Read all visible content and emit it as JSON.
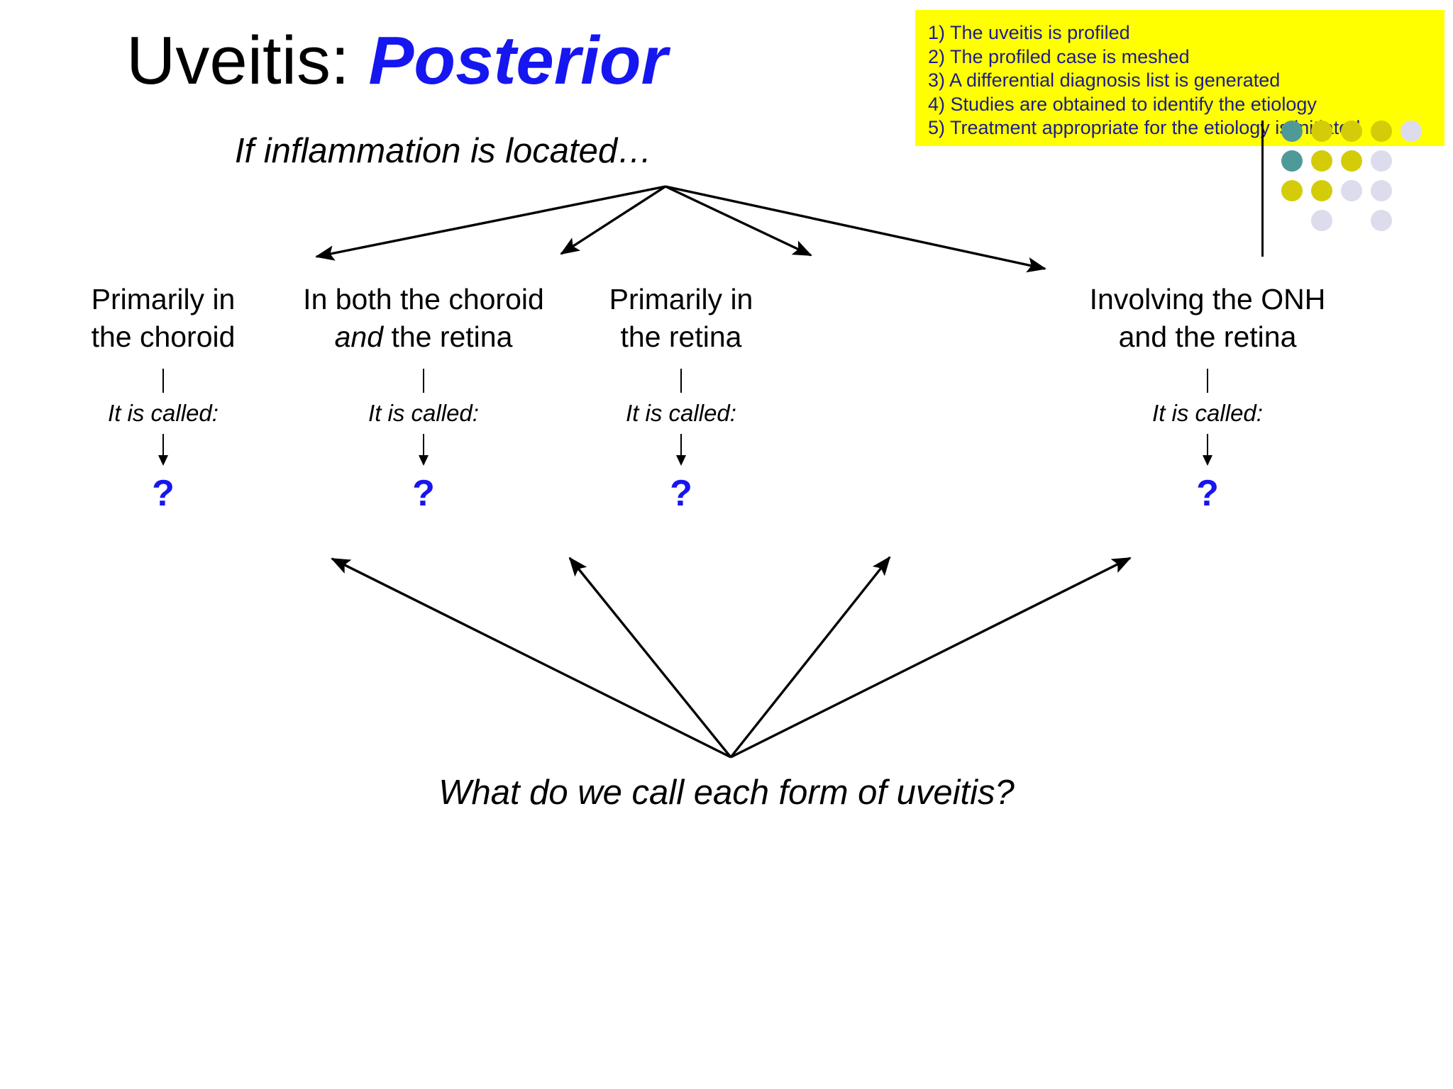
{
  "slide": {
    "title_main": "Uveitis: ",
    "title_accent": "Posterior",
    "subtitle": "If inflammation is located…",
    "bottom_question": "What do we call each form of uveitis?",
    "accent_color": "#1616f0",
    "highlight_color": "#ffff00",
    "protocol_text_color": "#1c1c8c"
  },
  "protocol": {
    "items": [
      "1) The uveitis is profiled",
      "2) The profiled case is meshed",
      "3) A differential diagnosis list is generated",
      "4) Studies are obtained to identify the etiology",
      "5) Treatment appropriate for the etiology is initiated"
    ]
  },
  "branches": [
    {
      "line1": "Primarily in",
      "line2": "the choroid",
      "line2_italic_word": "",
      "called": "It is called:",
      "answer": "?"
    },
    {
      "line1": "In both the choroid",
      "line2": "the retina",
      "line2_italic_word": "and",
      "called": "It is called:",
      "answer": "?"
    },
    {
      "line1": "Primarily in",
      "line2": "the retina",
      "line2_italic_word": "",
      "called": "It is called:",
      "answer": "?"
    },
    {
      "line1": "Involving the ONH",
      "line2": "and the retina",
      "line2_italic_word": "",
      "called": "It is called:",
      "answer": "?"
    }
  ],
  "logo": {
    "dot_colors": {
      "teal": "#4f9a99",
      "olive": "#d4cc09",
      "lavender": "#dcdcec"
    },
    "rows": [
      [
        "teal",
        "olive",
        "olive",
        "olive",
        "lavender"
      ],
      [
        "teal",
        "olive",
        "olive",
        "lavender",
        null
      ],
      [
        "olive",
        "olive",
        "lavender",
        "lavender",
        null
      ],
      [
        null,
        "lavender",
        null,
        "lavender",
        null
      ]
    ]
  }
}
